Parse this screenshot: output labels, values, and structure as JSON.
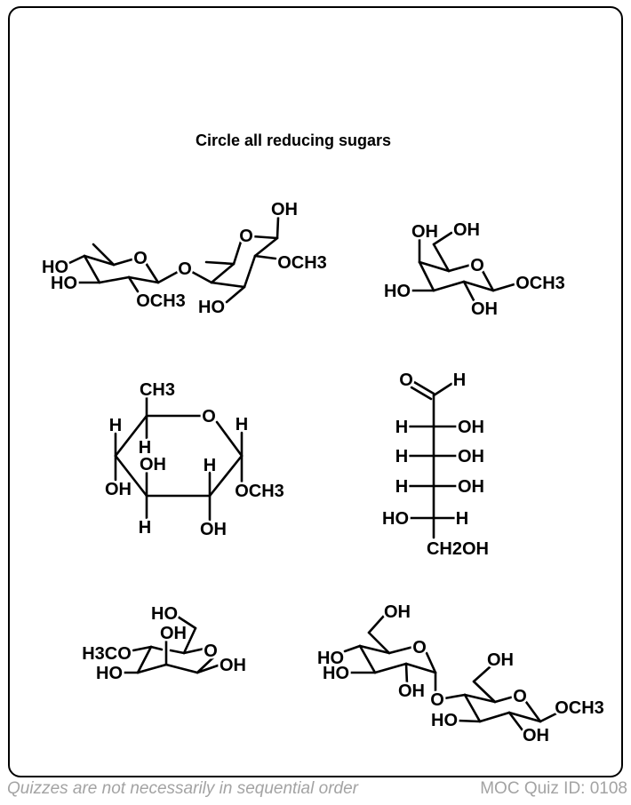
{
  "title": "Circle all reducing sugars",
  "molecules": [
    {
      "name": "disaccharide-top-left",
      "labels": [
        "HO",
        "HO",
        "O",
        "OCH3",
        "O",
        "O",
        "OH",
        "OCH3",
        "HO"
      ]
    },
    {
      "name": "pyranoside-top-right",
      "labels": [
        "OH",
        "OH",
        "O",
        "HO",
        "OH",
        "OCH3"
      ]
    },
    {
      "name": "chair-middle-left",
      "labels": [
        "CH3",
        "O",
        "H",
        "OCH3",
        "H",
        "OH",
        "OH",
        "H",
        "H",
        "OH",
        "H"
      ]
    },
    {
      "name": "fischer-middle-right",
      "labels": [
        "O",
        "H",
        "H",
        "OH",
        "H",
        "OH",
        "H",
        "OH",
        "HO",
        "H",
        "CH2OH"
      ]
    },
    {
      "name": "pyranose-bottom-left",
      "labels": [
        "HO",
        "OH",
        "H3CO",
        "O",
        "HO",
        "OH"
      ]
    },
    {
      "name": "disaccharide-bottom-right",
      "labels": [
        "OH",
        "O",
        "HO",
        "HO",
        "OH",
        "O",
        "OH",
        "O",
        "HO",
        "OH",
        "OCH3"
      ]
    }
  ],
  "footer": {
    "note": "Quizzes are not necessarily in sequential order",
    "quiz_id": "MOC Quiz ID: 0108"
  }
}
